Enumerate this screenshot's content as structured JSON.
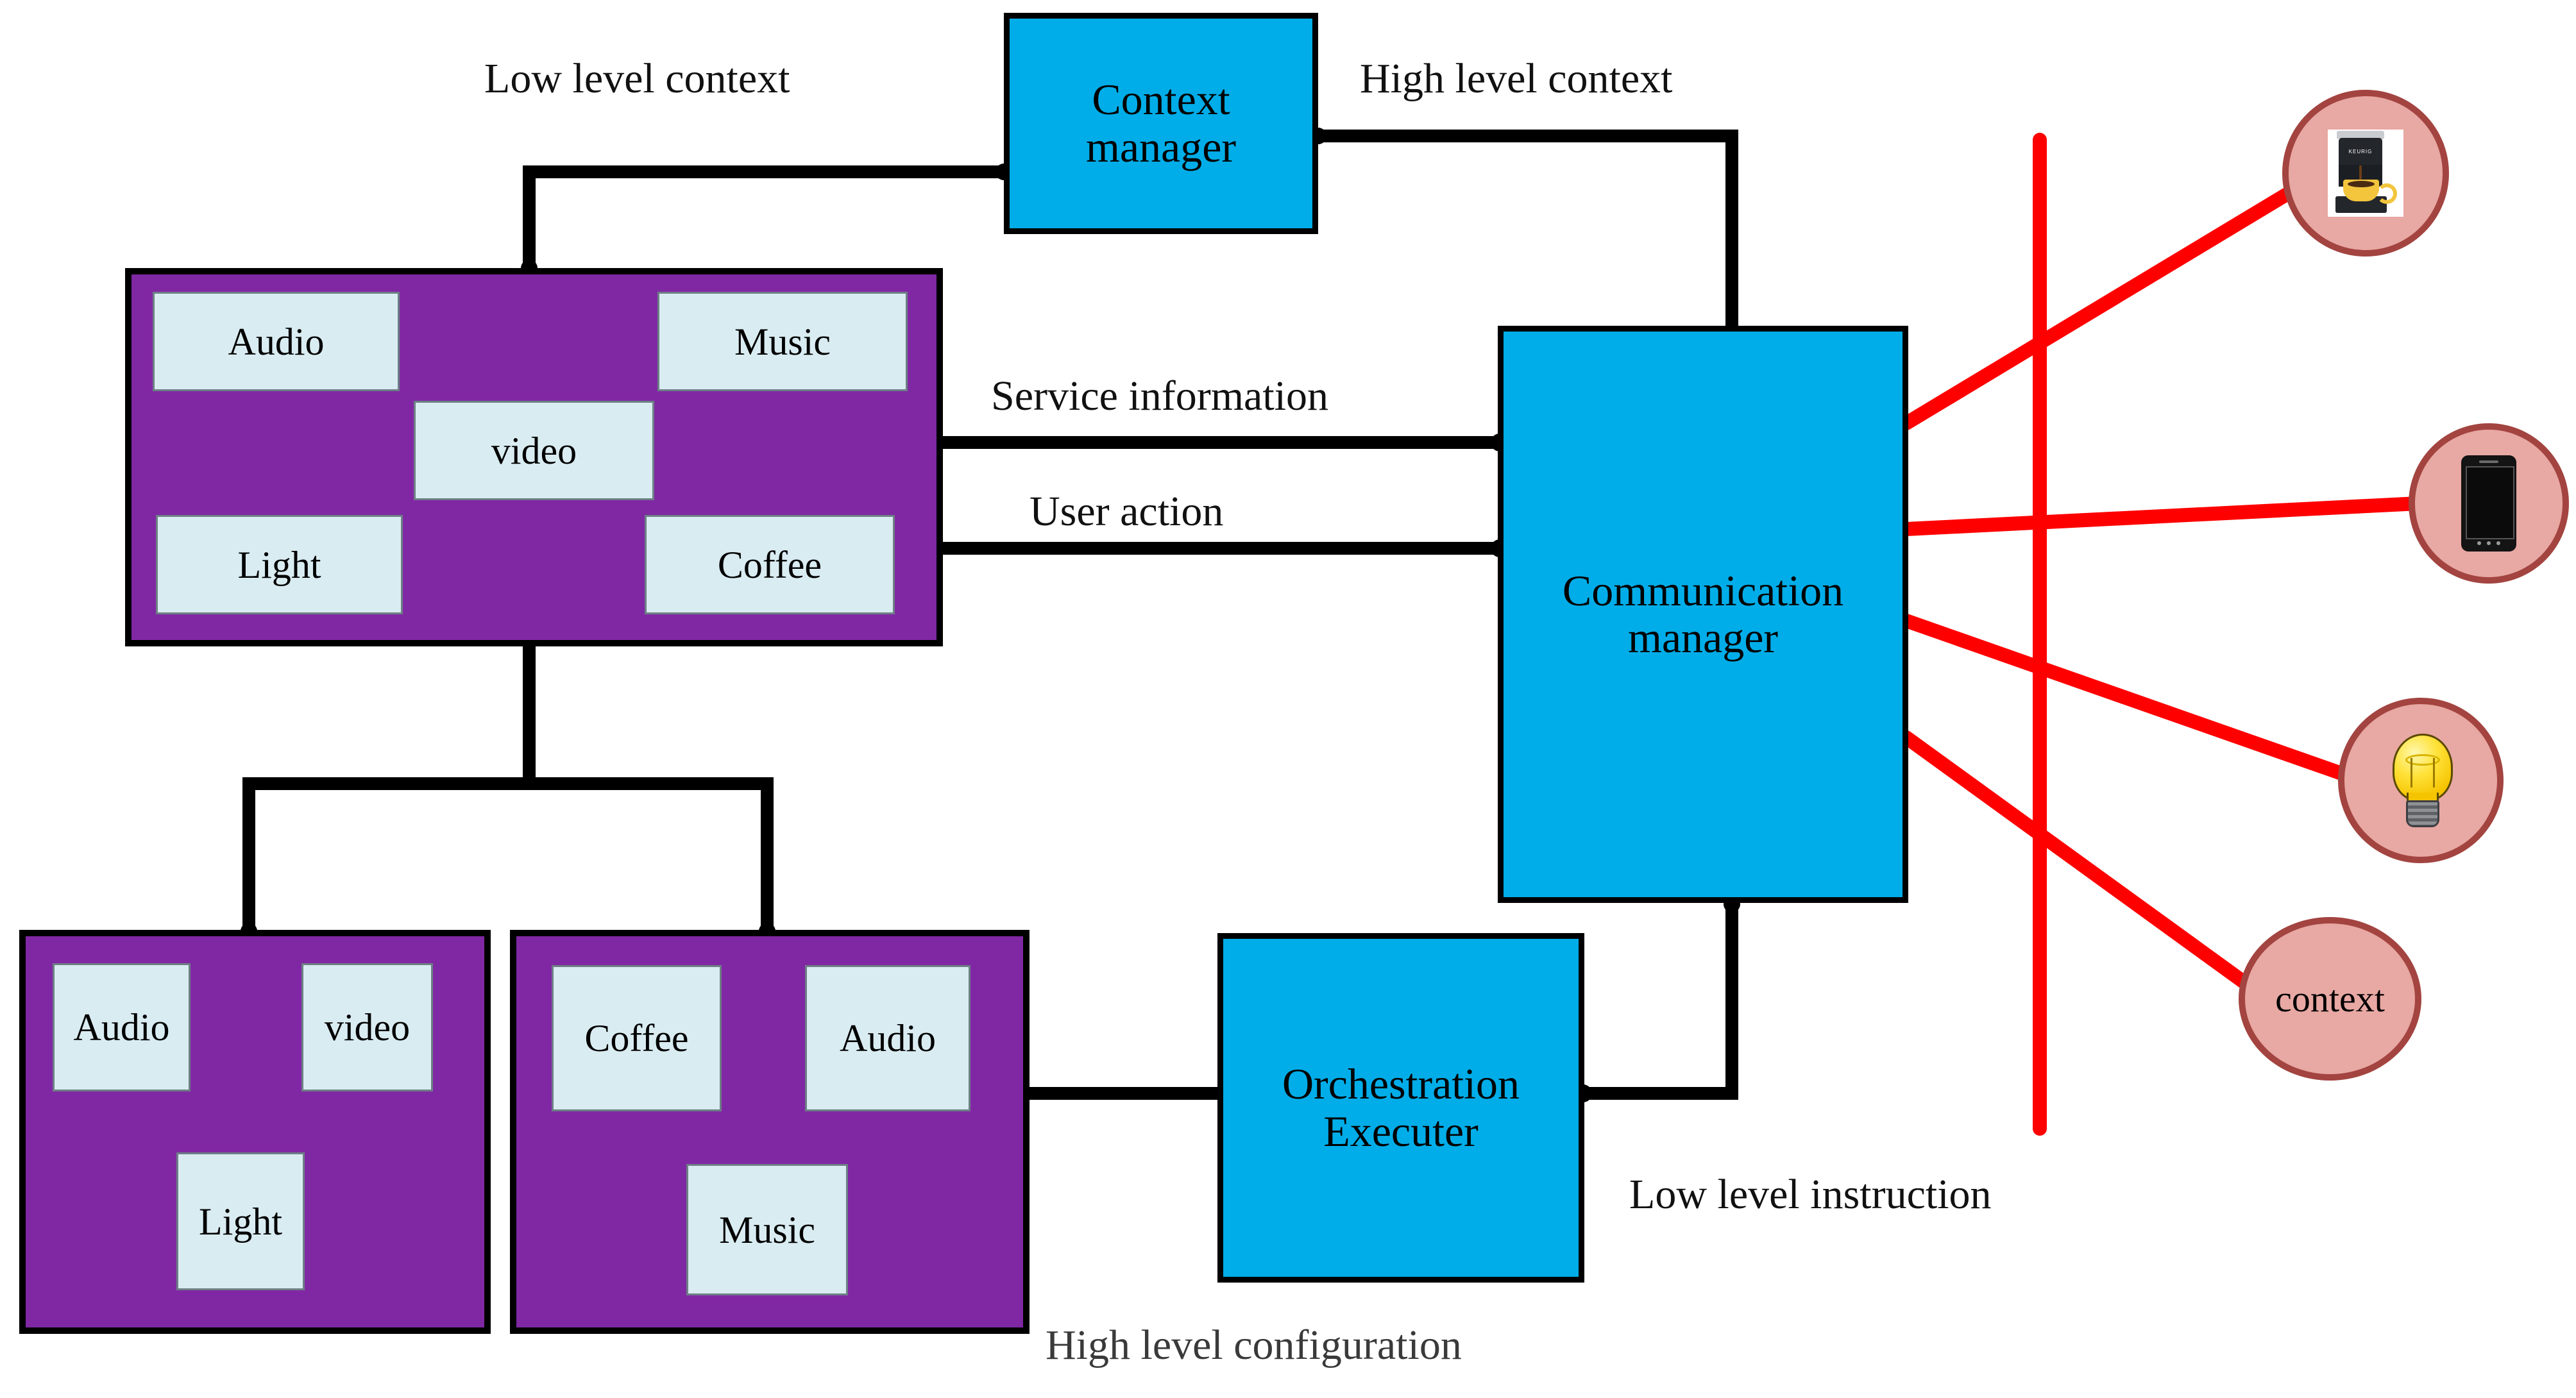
{
  "diagram": {
    "title": "High level configuration",
    "colors": {
      "blue": "#01ADE8",
      "purple": "#8028A4",
      "chip": "#D9ECF2",
      "red": "#FF0000",
      "device_fill": "#E8A8A3",
      "device_stroke": "#A34440",
      "line": "#000000"
    }
  },
  "nodes": {
    "context_manager": {
      "line1": "Context",
      "line2": "manager"
    },
    "communication_manager": {
      "line1": "Communication",
      "line2": "manager"
    },
    "orchestration_executer": {
      "line1": "Orchestration",
      "line2": "Executer"
    }
  },
  "service_pool": {
    "chips": [
      {
        "label": "Audio"
      },
      {
        "label": "Music"
      },
      {
        "label": "video"
      },
      {
        "label": "Light"
      },
      {
        "label": "Coffee"
      }
    ]
  },
  "config_a": {
    "chips": [
      {
        "label": "Audio"
      },
      {
        "label": "video"
      },
      {
        "label": "Light"
      }
    ]
  },
  "config_b": {
    "chips": [
      {
        "label": "Coffee"
      },
      {
        "label": "Audio"
      },
      {
        "label": "Music"
      }
    ]
  },
  "edge_labels": {
    "low_level_context": "Low  level context",
    "high_level_context": "High level context",
    "service_information": "Service information",
    "user_action": "User action",
    "low_level_instruction": "Low level instruction"
  },
  "caption": "High level configuration",
  "devices": [
    {
      "name": "coffee-machine",
      "brand": "KEURIG",
      "label": ""
    },
    {
      "name": "smartphone",
      "label": ""
    },
    {
      "name": "light-bulb",
      "label": ""
    },
    {
      "name": "context-node",
      "label": "context"
    }
  ]
}
